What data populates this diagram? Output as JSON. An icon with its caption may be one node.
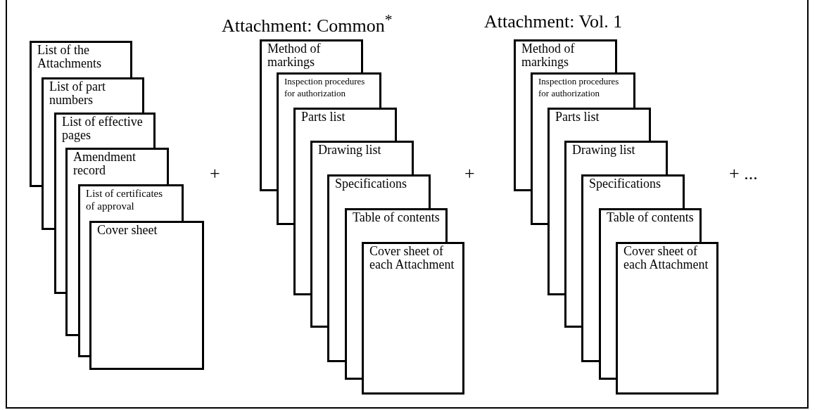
{
  "diagram": {
    "nodes": [
      {
        "text": [
          "List of the Attachments"
        ]
      },
      {
        "text": [
          "List of part numbers"
        ]
      },
      {
        "text": [
          "List of effective pages"
        ]
      },
      {
        "text": [
          "Amendment record"
        ]
      },
      {
        "text": [
          "List of certificates of approval"
        ]
      },
      {
        "text": [
          "Cover sheet"
        ]
      },
      {
        "text": [
          "Method of markings"
        ]
      },
      {
        "text": [
          "Inspection procedures for authorization"
        ]
      },
      {
        "text": [
          "Parts list"
        ]
      },
      {
        "text": [
          "Drawing list"
        ]
      },
      {
        "text": [
          "Specifications"
        ]
      },
      {
        "text": [
          "Table of contents"
        ]
      },
      {
        "text": [
          "Cover sheet of each Attachment"
        ]
      },
      {
        "text": [
          "Method of markings"
        ]
      },
      {
        "text": [
          "Inspection procedures for authorization"
        ]
      },
      {
        "text": [
          "Parts list"
        ]
      },
      {
        "text": [
          "Drawing list"
        ]
      },
      {
        "text": [
          "Specifications"
        ]
      },
      {
        "text": [
          "Table of contents"
        ]
      },
      {
        "text": [
          "Cover sheet of each Attachment"
        ]
      }
    ],
    "edges": [],
    "labels": [
      "Attachment: Common$^{*}$",
      "Attachment: Vol. 1",
      "+",
      "+",
      "+ ..."
    ]
  }
}
